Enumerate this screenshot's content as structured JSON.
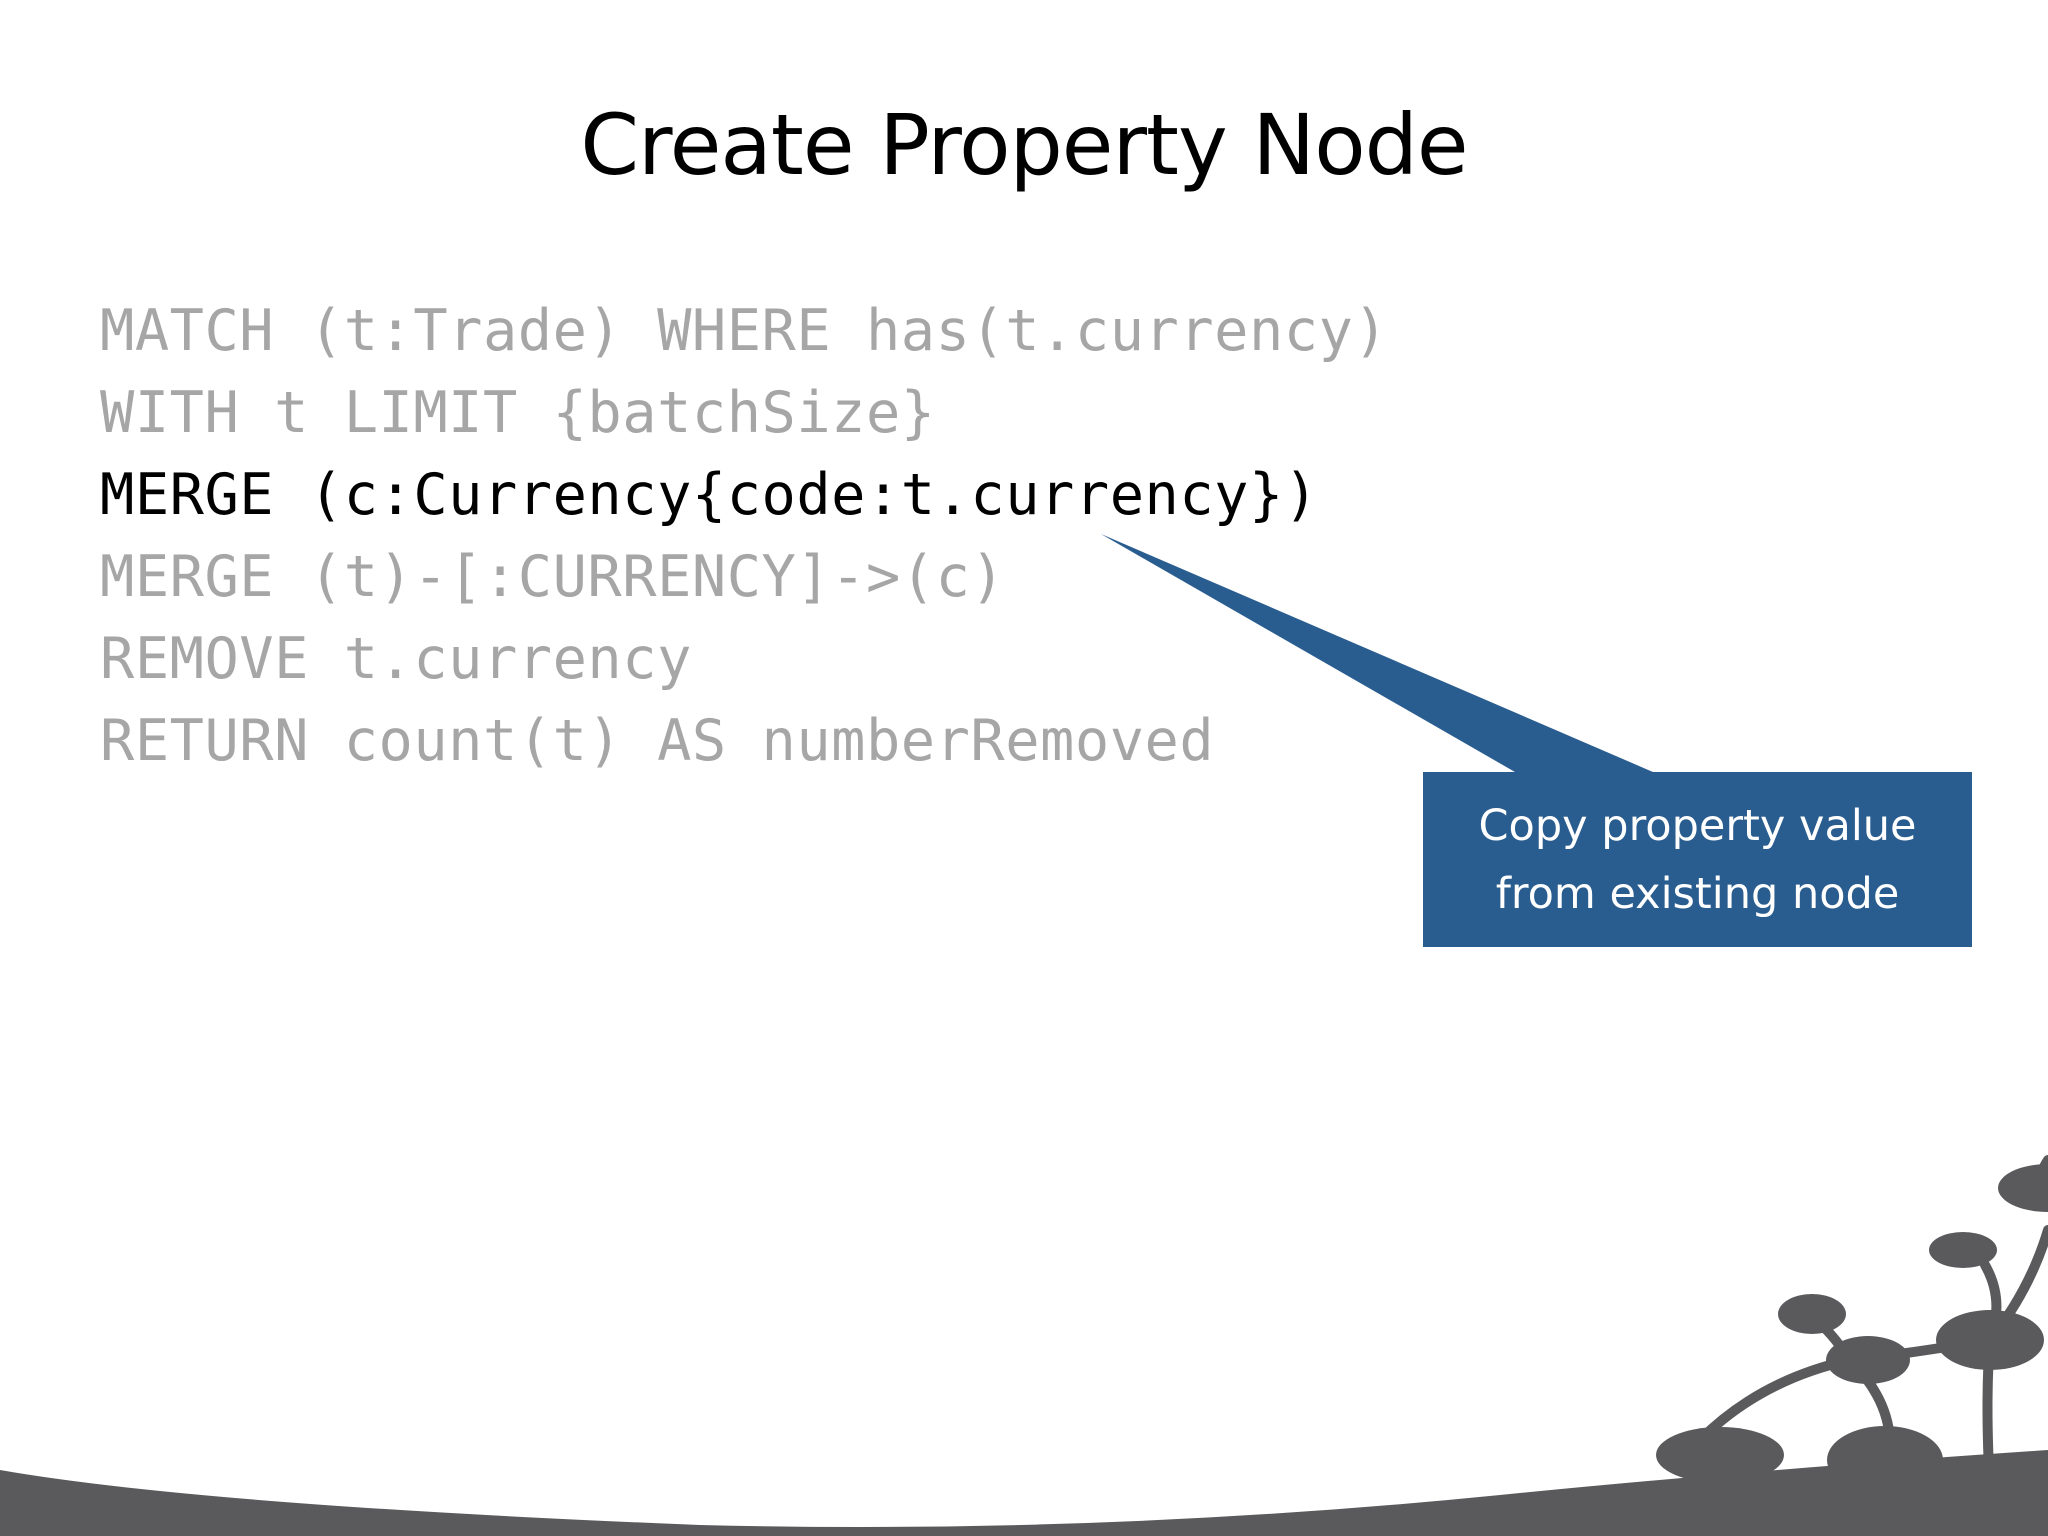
{
  "slide": {
    "title": "Create Property Node",
    "code_lines": [
      {
        "text": "MATCH (t:Trade) WHERE has(t.currency)",
        "highlighted": false
      },
      {
        "text": "WITH t LIMIT {batchSize}",
        "highlighted": false
      },
      {
        "text": "MERGE (c:Currency{code:t.currency})",
        "highlighted": true
      },
      {
        "text": "MERGE (t)-[:CURRENCY]->(c)",
        "highlighted": false
      },
      {
        "text": "REMOVE t.currency",
        "highlighted": false
      },
      {
        "text": "RETURN count(t) AS numberRemoved",
        "highlighted": false
      }
    ],
    "callout": {
      "line1": "Copy property value",
      "line2": "from existing node"
    }
  },
  "colors": {
    "background": "#ffffff",
    "title": "#000000",
    "code_dim": "#a6a6a6",
    "code_highlight": "#000000",
    "callout_fill": "#2a5d8f",
    "callout_text": "#ffffff",
    "decor_gray": "#5a595b"
  },
  "icons": {
    "decoration": "graph-network-illustration"
  }
}
